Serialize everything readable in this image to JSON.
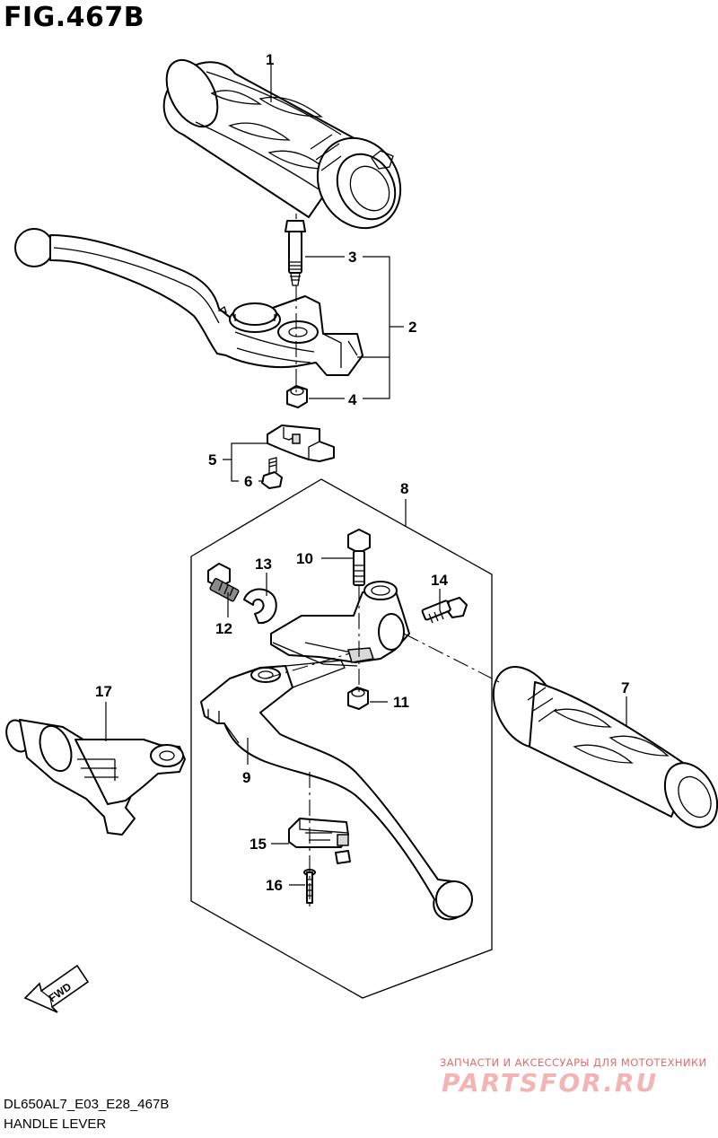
{
  "figure": {
    "title": "FIG.467B",
    "reference_code": "DL650AL7_E03_E28_467B",
    "caption": "HANDLE LEVER"
  },
  "callouts": [
    "1",
    "2",
    "3",
    "4",
    "5",
    "6",
    "7",
    "8",
    "9",
    "10",
    "11",
    "12",
    "13",
    "14",
    "15",
    "16",
    "17"
  ],
  "fwd_label": "FWD",
  "watermark": {
    "line1": "ЗАПЧАСТИ И АКСЕССУАРЫ ДЛЯ МОТОТЕХНИКИ",
    "logo": "PARTSFOR.RU",
    "color": "#e26b6b"
  }
}
